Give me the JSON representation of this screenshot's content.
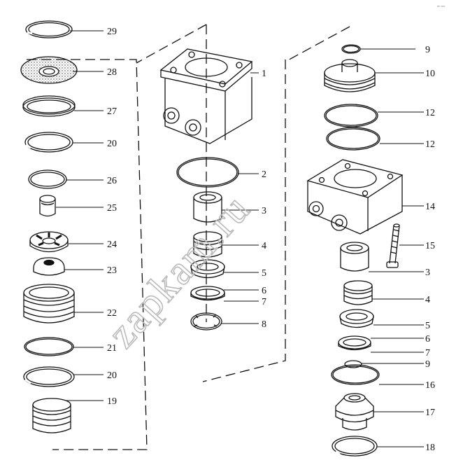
{
  "diagram": {
    "watermark": "zapkam.ru",
    "corner_mark": "ᵉᵉ ᵒᵒᵒ",
    "labels": {
      "l29": "29",
      "l28": "28",
      "l27": "27",
      "l20a": "20",
      "l26": "26",
      "l25": "25",
      "l24": "24",
      "l23": "23",
      "l22": "22",
      "l21": "21",
      "l20b": "20",
      "l19": "19",
      "c1": "1",
      "c2": "2",
      "c3": "3",
      "c4": "4",
      "c5": "5",
      "c6": "6",
      "c7": "7",
      "c8": "8",
      "r9a": "9",
      "r10": "10",
      "r12a": "12",
      "r12b": "12",
      "r14": "14",
      "r15": "15",
      "r3": "3",
      "r4": "4",
      "r5": "5",
      "r6": "6",
      "r7": "7",
      "r9b": "9",
      "r16": "16",
      "r17": "17",
      "r18": "18"
    },
    "colors": {
      "line": "#111111",
      "watermark": "#bbbbbb"
    }
  }
}
